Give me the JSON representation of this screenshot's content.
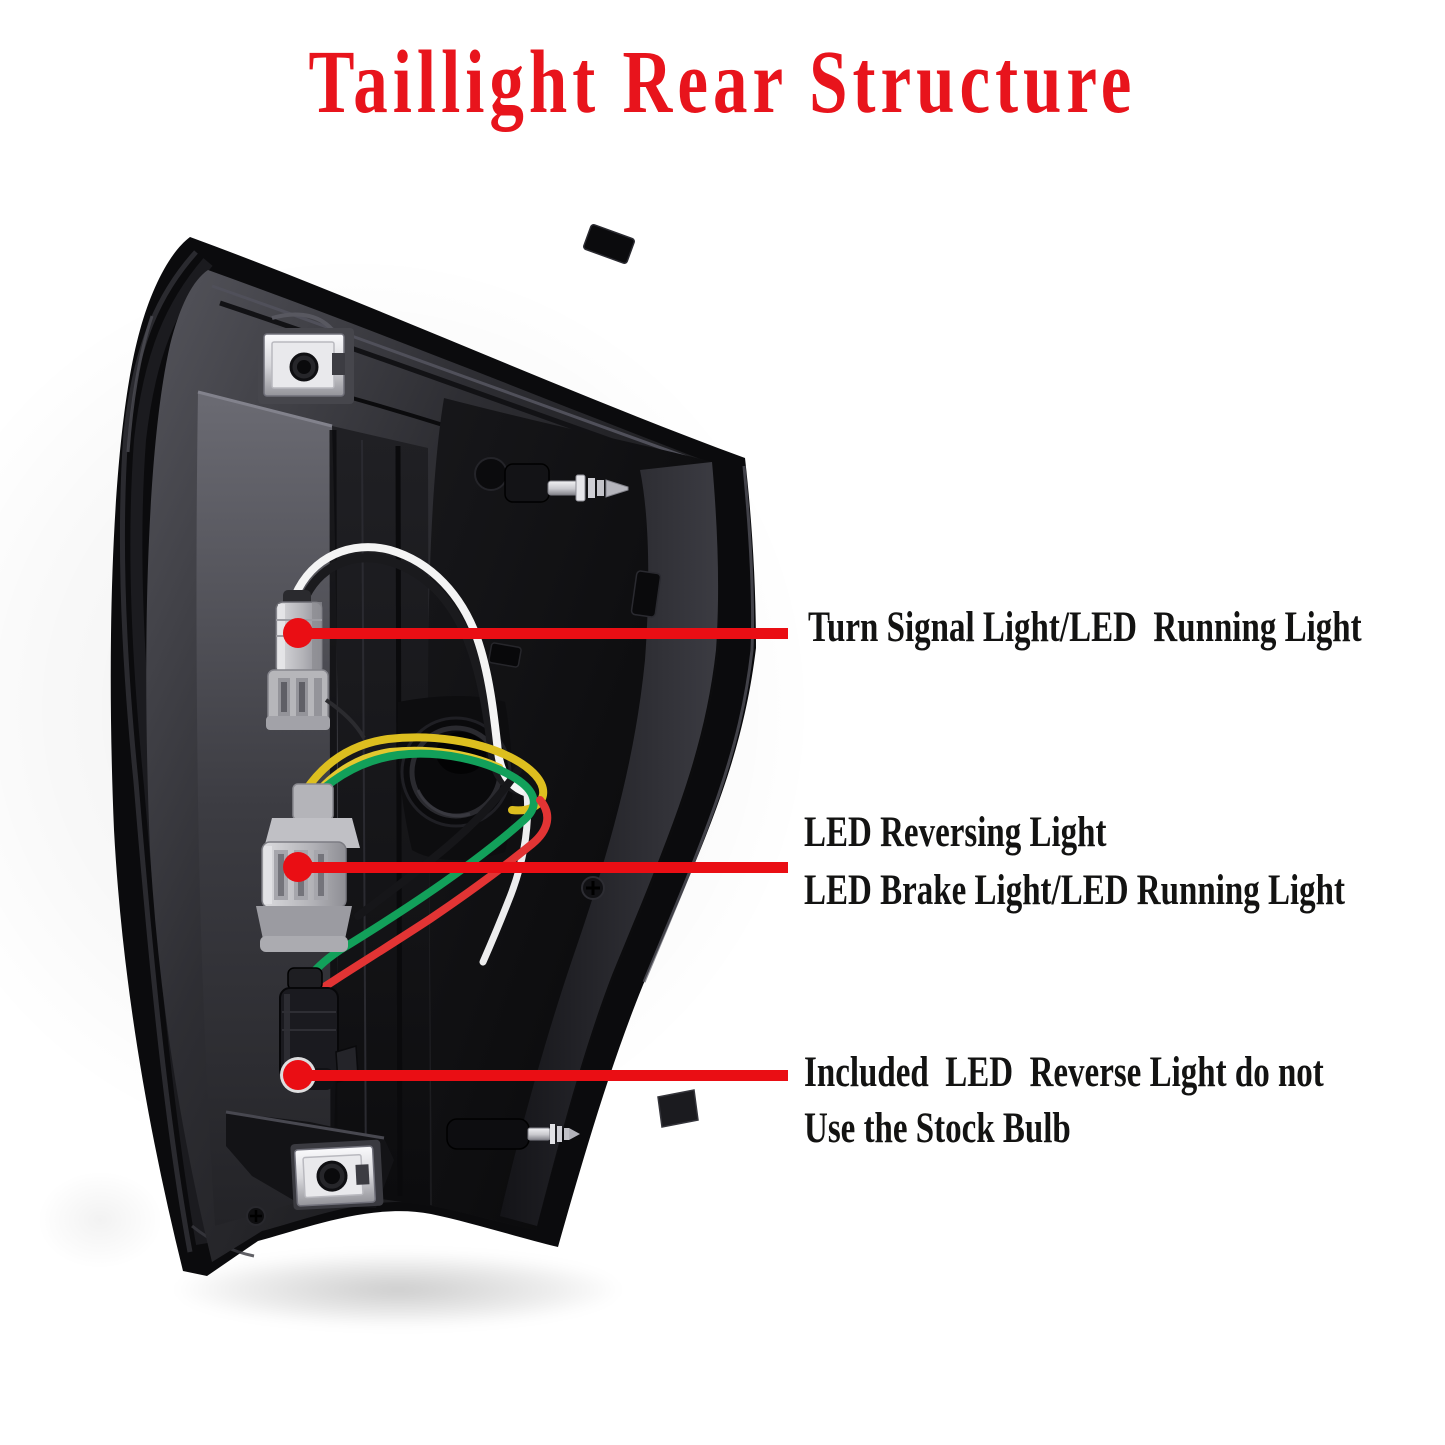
{
  "title": {
    "text": "Taillight Rear Structure"
  },
  "colors": {
    "title_red": "#e8141c",
    "callout_red": "#ea0e14",
    "label_black": "#131312",
    "background": "#ffffff",
    "wire_yellow": "#ddbf1f",
    "wire_green": "#12a05a",
    "wire_red": "#e23434",
    "wire_white": "#f4f4f4"
  },
  "callouts": [
    {
      "name": "turn-signal",
      "lines": [
        "Turn Signal Light/LED  Running Light"
      ]
    },
    {
      "name": "reversing-and-brake",
      "lines": [
        "LED Reversing Light",
        "LED Brake Light/LED Running Light"
      ]
    },
    {
      "name": "included-reverse",
      "lines": [
        "Included  LED  Reverse Light do not",
        "Use the Stock Bulb"
      ]
    }
  ],
  "diagram": {
    "subject": "taillight rear housing",
    "connectors": [
      {
        "name": "turn-signal-connector",
        "color": "gray"
      },
      {
        "name": "brake-reversing-connector",
        "color": "gray"
      },
      {
        "name": "reverse-bulb-connector",
        "color": "black"
      }
    ],
    "wire_colors": [
      "white",
      "black",
      "yellow",
      "green",
      "red"
    ]
  }
}
